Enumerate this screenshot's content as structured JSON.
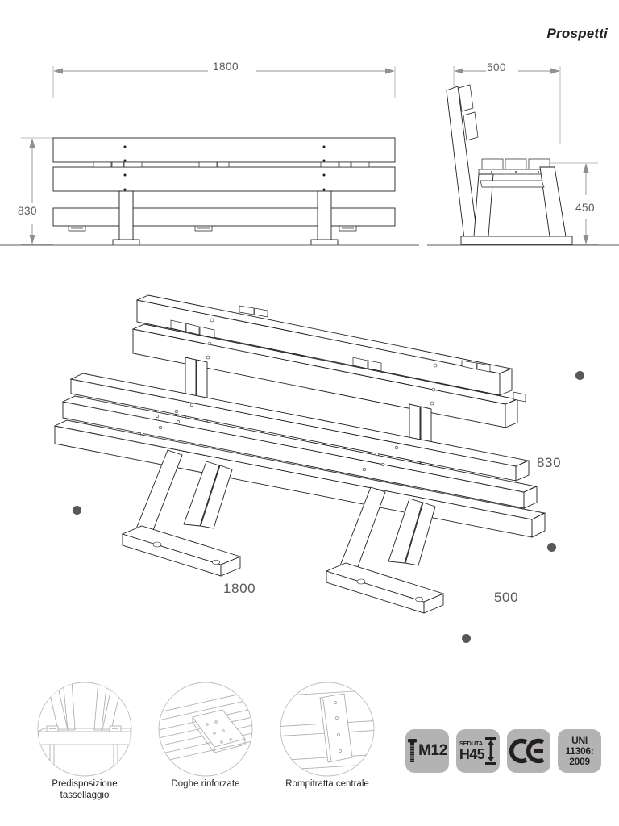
{
  "page": {
    "title": "Prospetti"
  },
  "elevation_front": {
    "width_dim": "1800",
    "height_dim": "830"
  },
  "elevation_side": {
    "depth_dim": "500",
    "seat_height_dim": "450"
  },
  "perspective": {
    "height_dim": "830",
    "width_dim": "1800",
    "depth_dim": "500"
  },
  "details": [
    {
      "id": "detail-anchoring",
      "caption": "Predisposizione\ntassellaggio",
      "line1": "Predisposizione",
      "line2": "tassellaggio"
    },
    {
      "id": "detail-reinforced-slats",
      "caption": "Doghe rinforzate",
      "line1": "Doghe rinforzate",
      "line2": ""
    },
    {
      "id": "detail-central-brace",
      "caption": "Rompitratta centrale",
      "line1": "Rompitratta centrale",
      "line2": ""
    }
  ],
  "badges": [
    {
      "id": "badge-m12",
      "icon": "bolt-icon",
      "label": "M12"
    },
    {
      "id": "badge-seduta",
      "icon": "height-arrow-icon",
      "small_label": "SEDUTA",
      "label": "H45"
    },
    {
      "id": "badge-ce",
      "icon": "ce-mark-icon",
      "label": "CE"
    },
    {
      "id": "badge-uni",
      "line1": "UNI",
      "line2": "11306:",
      "line3": "2009"
    }
  ],
  "colors": {
    "line": "#231f20",
    "dimension": "#8e9091",
    "text_grey": "#58585a",
    "badge_bg": "#b3b3b3",
    "detail_line": "#a9abae"
  }
}
